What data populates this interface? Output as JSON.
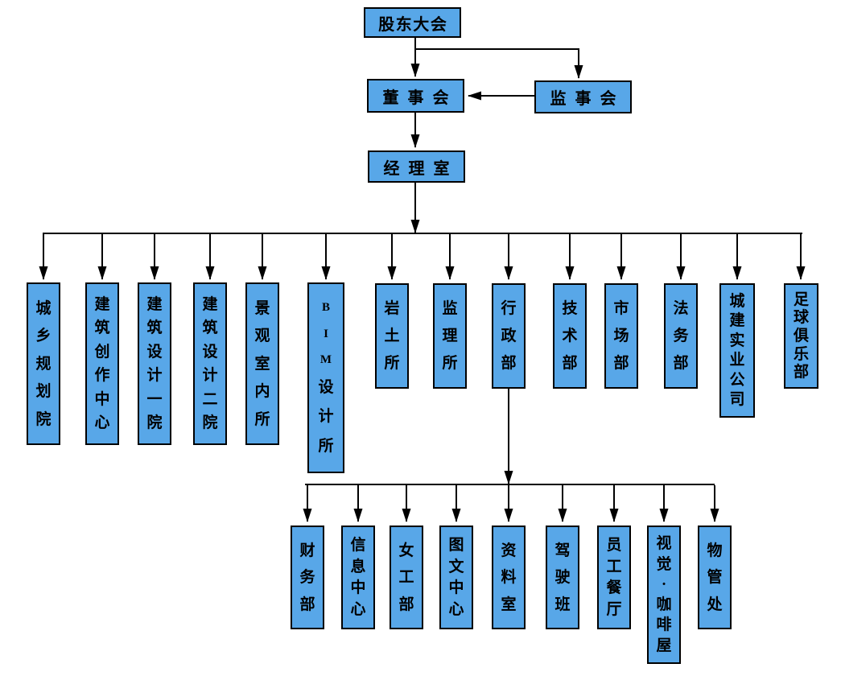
{
  "org": {
    "colors": {
      "node_fill": "#58A7E8",
      "node_border": "#000000",
      "line": "#000000"
    },
    "level1": {
      "label": "股东大会"
    },
    "level2": [
      {
        "label": "董事会"
      },
      {
        "label": "监事会"
      }
    ],
    "level3": {
      "label": "经理室"
    },
    "level4": [
      {
        "label": "城乡规划院"
      },
      {
        "label": "建筑创作中心"
      },
      {
        "label": "建筑设计一院"
      },
      {
        "label": "建筑设计二院"
      },
      {
        "label": "景观室内所"
      },
      {
        "label": "BIM设计所"
      },
      {
        "label": "岩土所"
      },
      {
        "label": "监理所"
      },
      {
        "label": "行政部"
      },
      {
        "label": "技术部"
      },
      {
        "label": "市场部"
      },
      {
        "label": "法务部"
      },
      {
        "label": "城建实业公司"
      },
      {
        "label": "足球俱乐部"
      }
    ],
    "level5": [
      {
        "label": "财务部"
      },
      {
        "label": "信息中心"
      },
      {
        "label": "女工部"
      },
      {
        "label": "图文中心"
      },
      {
        "label": "资料室"
      },
      {
        "label": "驾驶班"
      },
      {
        "label": "员工餐厅"
      },
      {
        "label": "视觉·咖啡屋"
      },
      {
        "label": "物管处"
      }
    ]
  }
}
